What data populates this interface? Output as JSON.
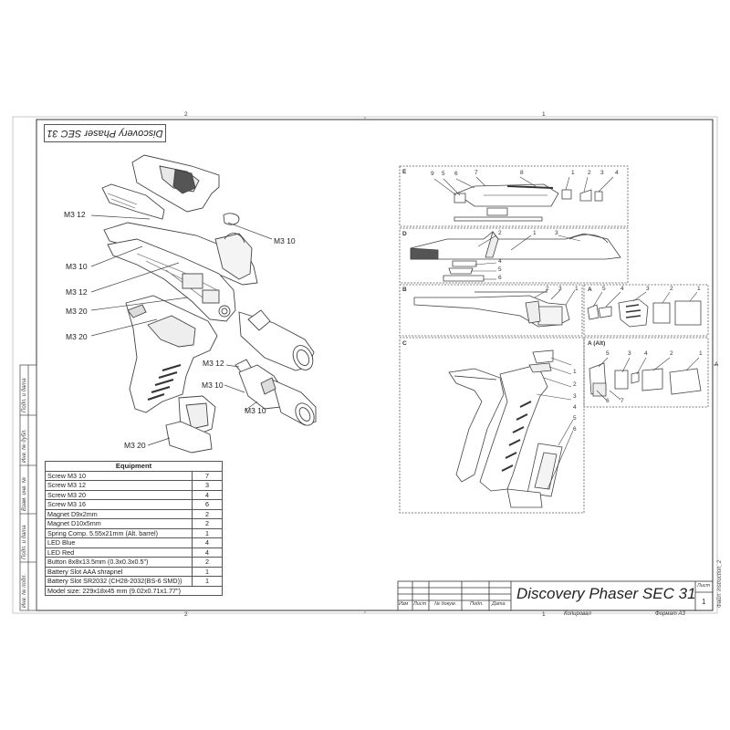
{
  "drawing": {
    "title": "Discovery Phaser SEC 31",
    "flipped_title": "Discovery Phaser SEC 31",
    "zone_top_left": "2",
    "zone_top_right": "1",
    "zone_bottom_left": "2",
    "zone_bottom_right": "1",
    "zone_right": "A",
    "sheet_label": "Лист",
    "sheet_number": "1",
    "copy_label": "Копировал",
    "format_label": "Формат А3",
    "file_label": "Файл: instruction_2"
  },
  "title_block_headers": [
    "Изм",
    "Лист",
    "№ докум.",
    "Подп.",
    "Дата"
  ],
  "side_strip": [
    "Подп. и дата",
    "Инв. № дубл.",
    "Взам. инв. №",
    "Подп. и дата",
    "Инв. № подл."
  ],
  "callouts": {
    "m3_12_a": "M3 12",
    "m3_10_a": "M3 10",
    "m3_10_b": "M3 10",
    "m3_12_b": "M3 12",
    "m3_20_a": "M3 20",
    "m3_20_b": "M3 20",
    "m3_12_c": "M3 12",
    "m3_10_c": "M3 10",
    "m3_10_d": "M3 10",
    "m3_20_c": "M3 20"
  },
  "equipment": {
    "header": "Equipment",
    "rows": [
      {
        "item": "Screw M3 10",
        "qty": "7"
      },
      {
        "item": "Screw M3 12",
        "qty": "3"
      },
      {
        "item": "Screw M3 20",
        "qty": "4"
      },
      {
        "item": "Screw M3 16",
        "qty": "6"
      },
      {
        "item": "Magnet D9x2mm",
        "qty": "2"
      },
      {
        "item": "Magnet D10x5mm",
        "qty": "2"
      },
      {
        "item": "Spring Comp. 5.55x21mm (Alt. barrel)",
        "qty": "1"
      },
      {
        "item": "LED Blue",
        "qty": "4"
      },
      {
        "item": "LED Red",
        "qty": "4"
      },
      {
        "item": "Button 8x8x13.5mm (0.3x0.3x0.5\")",
        "qty": "2"
      },
      {
        "item": "Battery Slot AAA shrapnel",
        "qty": "1"
      },
      {
        "item": "Battery Slot SR2032 (CH28-2032(BS-6 SMD))",
        "qty": "1"
      }
    ],
    "model_size": "Model size: 229x18x45 mm (9.02x0.71x1.77\")"
  },
  "views": {
    "E": {
      "label": "E",
      "parts": [
        "9",
        "5",
        "6",
        "7",
        "8",
        "1",
        "2",
        "3",
        "4"
      ]
    },
    "D": {
      "label": "D",
      "parts": [
        "2",
        "1",
        "3",
        "4",
        "5",
        "6"
      ]
    },
    "B": {
      "label": "B",
      "parts": [
        "2",
        "3",
        "1"
      ]
    },
    "A": {
      "label": "A",
      "parts": [
        "5",
        "4",
        "3",
        "2",
        "1"
      ]
    },
    "C": {
      "label": "C",
      "parts": [
        "1",
        "2",
        "3",
        "4",
        "5",
        "6"
      ]
    },
    "A_alt": {
      "label": "A (Alt)",
      "parts": [
        "5",
        "3",
        "4",
        "2",
        "1",
        "6",
        "7"
      ]
    }
  }
}
